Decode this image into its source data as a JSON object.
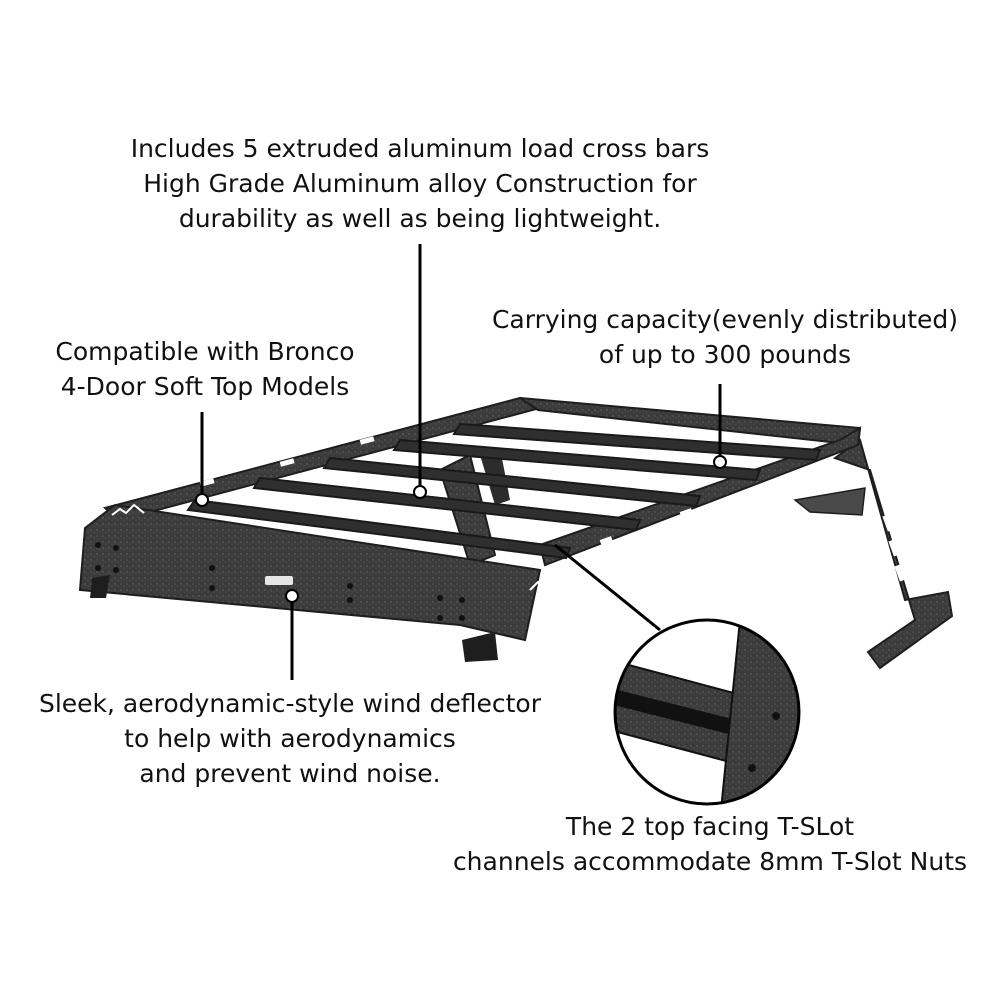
{
  "callouts": {
    "crossbars": {
      "lines": [
        "Includes 5 extruded aluminum load cross bars",
        "High Grade Aluminum alloy Construction for",
        "durability as well as being lightweight."
      ]
    },
    "capacity": {
      "lines": [
        "Carrying capacity(evenly distributed)",
        "of up to 300 pounds"
      ]
    },
    "compatibility": {
      "lines": [
        "Compatible with Bronco",
        "4-Door Soft Top Models"
      ]
    },
    "deflector": {
      "lines": [
        "Sleek, aerodynamic-style wind deflector",
        "to help with aerodynamics",
        "and prevent wind noise."
      ]
    },
    "tslot": {
      "lines": [
        "The 2 top facing T-SLot",
        "channels accommodate 8mm T-Slot Nuts"
      ]
    }
  },
  "colors": {
    "metal": "#3a3a3a",
    "metal_dark": "#1e1e1e",
    "metal_light": "#5a5a5a",
    "leader": "#000000",
    "dot": "#ffffff"
  }
}
